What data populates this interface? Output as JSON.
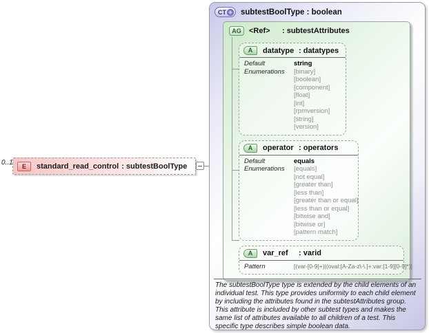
{
  "element": {
    "occurrence": "0..1",
    "icon_label": "E",
    "name": "standard_read_control",
    "type_display": ": subtestBoolType"
  },
  "type_box": {
    "icon_label": "CT",
    "icon_plus": "+",
    "title": "subtestBoolType : boolean",
    "attribute_group": {
      "icon_label": "AG",
      "name": "<Ref>",
      "type_display": ": subtestAttributes",
      "attributes": [
        {
          "id": "datatype",
          "icon_label": "A",
          "name": "datatype",
          "type_display": ": datatypes",
          "facets": [
            {
              "label": "Default",
              "entries": [
                {
                  "text": "string",
                  "style": "default"
                }
              ]
            },
            {
              "label": "Enumerations",
              "entries": [
                {
                  "text": "[binary]",
                  "style": "enum"
                },
                {
                  "text": "[boolean]",
                  "style": "enum"
                },
                {
                  "text": "[component]",
                  "style": "enum"
                },
                {
                  "text": "[float]",
                  "style": "enum"
                },
                {
                  "text": "[int]",
                  "style": "enum"
                },
                {
                  "text": "[rpmversion]",
                  "style": "enum"
                },
                {
                  "text": "[string]",
                  "style": "enum"
                },
                {
                  "text": "[version]",
                  "style": "enum"
                }
              ]
            }
          ]
        },
        {
          "id": "operator",
          "icon_label": "A",
          "name": "operator",
          "type_display": ": operators",
          "facets": [
            {
              "label": "Default",
              "entries": [
                {
                  "text": "equals",
                  "style": "default"
                }
              ]
            },
            {
              "label": "Enumerations",
              "entries": [
                {
                  "text": "[equals]",
                  "style": "enum"
                },
                {
                  "text": "[not equal]",
                  "style": "enum"
                },
                {
                  "text": "[greater than]",
                  "style": "enum"
                },
                {
                  "text": "[less than]",
                  "style": "enum"
                },
                {
                  "text": "[greater than or equal]",
                  "style": "enum"
                },
                {
                  "text": "[less than or equal]",
                  "style": "enum"
                },
                {
                  "text": "[bitwise and]",
                  "style": "enum"
                },
                {
                  "text": "[bitwise or]",
                  "style": "enum"
                },
                {
                  "text": "[pattern match]",
                  "style": "enum"
                }
              ]
            }
          ]
        },
        {
          "id": "var_ref",
          "icon_label": "A",
          "name": "var_ref",
          "type_display": ": varid",
          "facets": [
            {
              "label": "Pattern",
              "entries": [
                {
                  "text": "[(var-[0-9]+)|(oval:[A-Za-z\\-\\.]+:var:[1-9][0-9]*)]",
                  "style": "pattern"
                }
              ]
            }
          ]
        }
      ]
    },
    "annotation": "The subtestBoolType type is extended by the child elements of an individual test.  This type provides uniformity to each child element by including the attributes found in the subtestAttributes group.  This attribute is included by other subtest types and makes the same list of attributes available to all children of a test.  This specific type describes simple boolean data."
  },
  "colors": {
    "complextype_fill": "#d6d6f0",
    "attributegroup_fill": "#ddefdd",
    "element_fill": "#f6c6c6",
    "connector": "#9a9a9a",
    "enum_text": "#8f8f8f"
  }
}
